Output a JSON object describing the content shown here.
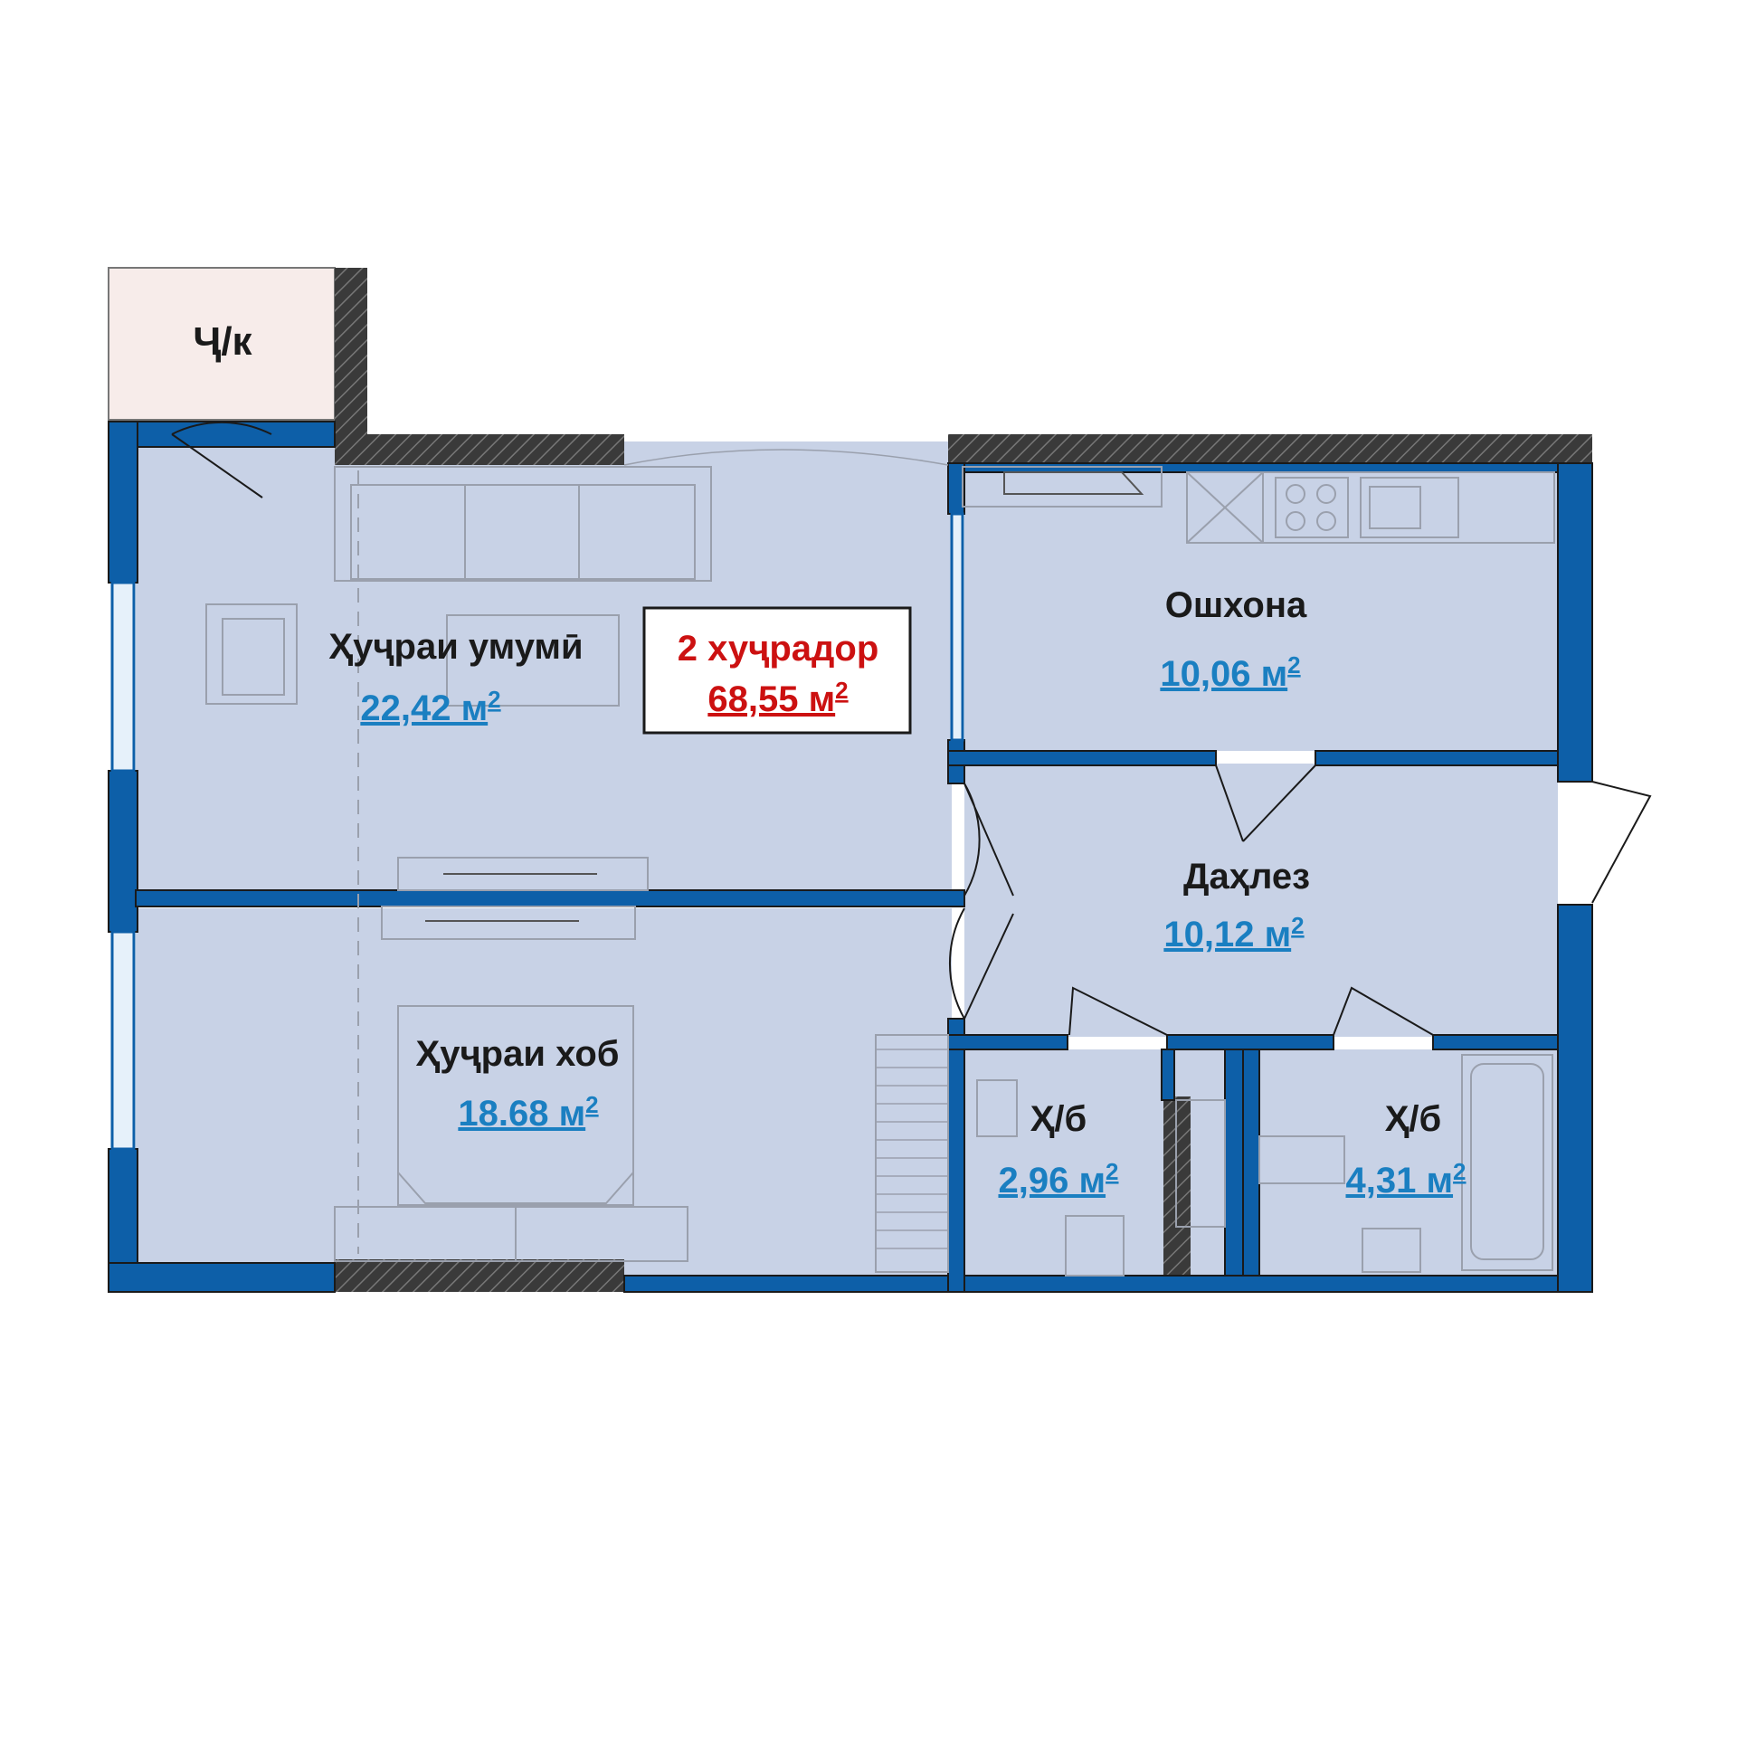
{
  "colors": {
    "wall": "#0d5fa8",
    "wall_outline": "#1a1a1a",
    "room_fill": "#c8d2e6",
    "storage_fill": "#f7ecea",
    "area_text": "#1a7fc1",
    "total_text": "#cc1111"
  },
  "total": {
    "rooms": "2 хуҷрадор",
    "area": "68,55 м",
    "unit_sup": "2"
  },
  "rooms": {
    "storage": {
      "name": "Ҷ/к"
    },
    "living": {
      "name": "Ҳуҷраи умумӣ",
      "area": "22,42 м",
      "sup": "2"
    },
    "kitchen": {
      "name": "Ошхона",
      "area": "10,06 м",
      "sup": "2"
    },
    "hall": {
      "name": "Даҳлез",
      "area": "10,12 м",
      "sup": "2"
    },
    "bedroom": {
      "name": "Ҳуҷраи хоб",
      "area": "18.68 м",
      "sup": "2"
    },
    "bath1": {
      "name": "Ҳ/б",
      "area": "2,96 м",
      "sup": "2"
    },
    "bath2": {
      "name": "Ҳ/б",
      "area": "4,31 м",
      "sup": "2"
    }
  }
}
